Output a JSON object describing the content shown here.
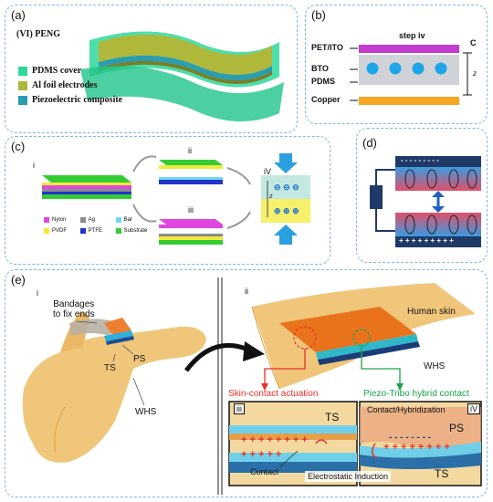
{
  "panel_a": {
    "label": "(a)",
    "title": "(VI)   PENG",
    "legend": [
      {
        "text": "PDMS cover",
        "color": "#2fd89a"
      },
      {
        "text": "Al foil electrodes",
        "color": "#a9b83a"
      },
      {
        "text": "Piezoelectric composite",
        "color": "#2a9db0"
      }
    ]
  },
  "panel_b": {
    "label": "(b)",
    "step": "step iv",
    "layer_pet": "PET/ITO",
    "layer_bto": "BTO",
    "layer_pdms": "PDMS",
    "layer_copper": "Copper",
    "right_c": "C",
    "right_z": "z"
  },
  "panel_c": {
    "label": "(c)",
    "sub_i": "i",
    "sub_ii": "ii",
    "sub_iii": "iii",
    "sub_iv": "iV",
    "legend": [
      {
        "text": "Nylon",
        "color": "#e046e0"
      },
      {
        "text": "Ag",
        "color": "#8a8a8a"
      },
      {
        "text": "Bar",
        "color": "#6fd8f0"
      },
      {
        "text": "PVDF",
        "color": "#f2ea3a"
      },
      {
        "text": "PTFE",
        "color": "#2233cc"
      },
      {
        "text": "Substrate",
        "color": "#33cc33"
      }
    ],
    "z_label": "z",
    "minus_signs": "⊖ ⊖ ⊖",
    "plus_signs": "⊕ ⊕ ⊕"
  },
  "panel_d": {
    "label": "(d)",
    "minus_row": "- - - - - - - - -",
    "plus_row": "+ + + + + + + + +"
  },
  "panel_e": {
    "label": "(e)",
    "sub_i": "i",
    "sub_ii": "ii",
    "bandages": "Bandages\nto fix ends",
    "ps": "PS",
    "ts": "TS",
    "whs": "WHS",
    "human_skin": "Human skin",
    "whs2": "WHS",
    "skin_contact": "Skin-contact actuation",
    "piezo_tribo": "Piezo-Tribo hybrid contact",
    "sub_iii": "iii",
    "sub_iv": "iV",
    "ts_inset": "TS",
    "contact": "Contact",
    "electrostatic": "Electrostatic Induction",
    "contact_hybrid": "Contact/Hybridization",
    "ps_inset": "PS",
    "ts_inset2": "TS",
    "colors": {
      "red": "#e8302a",
      "green": "#1aa34a",
      "skin": "#f0c67a"
    }
  }
}
